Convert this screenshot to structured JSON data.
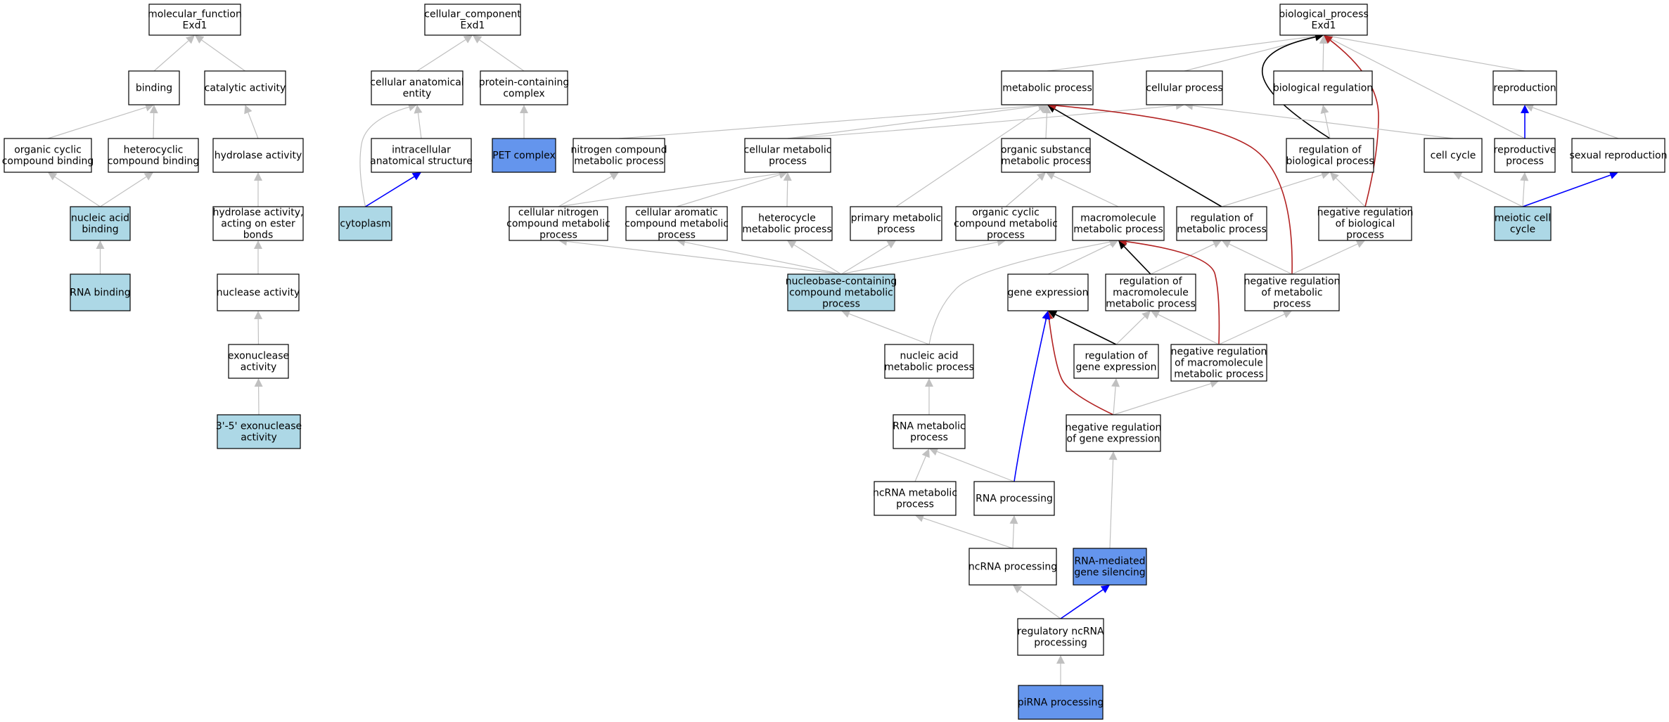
{
  "colors": {
    "edge_default": "#c0c0c0",
    "edge_black": "#000000",
    "edge_blue": "#0000ff",
    "edge_red": "#b22222",
    "fill_white": "#ffffff",
    "fill_light": "#add8e6",
    "fill_dark": "#6495ed"
  },
  "nodes": [
    {
      "id": "mf",
      "lines": [
        "molecular_function",
        "Exd1"
      ],
      "fill": "white"
    },
    {
      "id": "binding",
      "lines": [
        "binding"
      ],
      "fill": "white"
    },
    {
      "id": "catalytic",
      "lines": [
        "catalytic activity"
      ],
      "fill": "white"
    },
    {
      "id": "organic_cyclic_binding",
      "lines": [
        "organic cyclic",
        "compound binding"
      ],
      "fill": "white"
    },
    {
      "id": "heterocyclic_binding",
      "lines": [
        "heterocyclic",
        "compound binding"
      ],
      "fill": "white"
    },
    {
      "id": "hydrolase",
      "lines": [
        "hydrolase activity"
      ],
      "fill": "white"
    },
    {
      "id": "nucleic_acid_binding",
      "lines": [
        "nucleic acid",
        "binding"
      ],
      "fill": "light"
    },
    {
      "id": "hydrolase_ester",
      "lines": [
        "hydrolase activity,",
        "acting on ester",
        "bonds"
      ],
      "fill": "white"
    },
    {
      "id": "rna_binding",
      "lines": [
        "RNA binding"
      ],
      "fill": "light"
    },
    {
      "id": "nuclease",
      "lines": [
        "nuclease activity"
      ],
      "fill": "white"
    },
    {
      "id": "exonuclease",
      "lines": [
        "exonuclease",
        "activity"
      ],
      "fill": "white"
    },
    {
      "id": "exo35",
      "lines": [
        "3'-5' exonuclease",
        "activity"
      ],
      "fill": "light"
    },
    {
      "id": "cc",
      "lines": [
        "cellular_component",
        "Exd1"
      ],
      "fill": "white"
    },
    {
      "id": "cell_anat",
      "lines": [
        "cellular anatomical",
        "entity"
      ],
      "fill": "white"
    },
    {
      "id": "protein_complex",
      "lines": [
        "protein-containing",
        "complex"
      ],
      "fill": "white"
    },
    {
      "id": "intracellular",
      "lines": [
        "intracellular",
        "anatomical structure"
      ],
      "fill": "white"
    },
    {
      "id": "pet",
      "lines": [
        "PET complex"
      ],
      "fill": "dark"
    },
    {
      "id": "cytoplasm",
      "lines": [
        "cytoplasm"
      ],
      "fill": "light"
    },
    {
      "id": "bp",
      "lines": [
        "biological_process",
        "Exd1"
      ],
      "fill": "white"
    },
    {
      "id": "metabolic",
      "lines": [
        "metabolic process"
      ],
      "fill": "white"
    },
    {
      "id": "cellular_process",
      "lines": [
        "cellular process"
      ],
      "fill": "white"
    },
    {
      "id": "bio_reg",
      "lines": [
        "biological regulation"
      ],
      "fill": "white"
    },
    {
      "id": "reproduction",
      "lines": [
        "reproduction"
      ],
      "fill": "white"
    },
    {
      "id": "nitrogen",
      "lines": [
        "nitrogen compound",
        "metabolic process"
      ],
      "fill": "white"
    },
    {
      "id": "cell_metab",
      "lines": [
        "cellular metabolic",
        "process"
      ],
      "fill": "white"
    },
    {
      "id": "organic_subst",
      "lines": [
        "organic substance",
        "metabolic process"
      ],
      "fill": "white"
    },
    {
      "id": "reg_bio",
      "lines": [
        "regulation of",
        "biological process"
      ],
      "fill": "white"
    },
    {
      "id": "cell_cycle",
      "lines": [
        "cell cycle"
      ],
      "fill": "white"
    },
    {
      "id": "reproductive",
      "lines": [
        "reproductive",
        "process"
      ],
      "fill": "white"
    },
    {
      "id": "sexual",
      "lines": [
        "sexual reproduction"
      ],
      "fill": "white"
    },
    {
      "id": "cell_nitrogen",
      "lines": [
        "cellular nitrogen",
        "compound metabolic",
        "process"
      ],
      "fill": "white"
    },
    {
      "id": "cell_aromatic",
      "lines": [
        "cellular aromatic",
        "compound metabolic",
        "process"
      ],
      "fill": "white"
    },
    {
      "id": "heterocycle",
      "lines": [
        "heterocycle",
        "metabolic process"
      ],
      "fill": "white"
    },
    {
      "id": "primary",
      "lines": [
        "primary metabolic",
        "process"
      ],
      "fill": "white"
    },
    {
      "id": "organic_cyclic_metab",
      "lines": [
        "organic cyclic",
        "compound metabolic",
        "process"
      ],
      "fill": "white"
    },
    {
      "id": "macromolecule",
      "lines": [
        "macromolecule",
        "metabolic process"
      ],
      "fill": "white"
    },
    {
      "id": "reg_metab",
      "lines": [
        "regulation of",
        "metabolic process"
      ],
      "fill": "white"
    },
    {
      "id": "neg_reg_bio",
      "lines": [
        "negative regulation",
        "of biological",
        "process"
      ],
      "fill": "white"
    },
    {
      "id": "meiotic",
      "lines": [
        "meiotic cell",
        "cycle"
      ],
      "fill": "light"
    },
    {
      "id": "nucleobase",
      "lines": [
        "nucleobase-containing",
        "compound metabolic",
        "process"
      ],
      "fill": "light"
    },
    {
      "id": "gene_expr",
      "lines": [
        "gene expression"
      ],
      "fill": "white"
    },
    {
      "id": "reg_macro",
      "lines": [
        "regulation of",
        "macromolecule",
        "metabolic process"
      ],
      "fill": "white"
    },
    {
      "id": "neg_reg_metab",
      "lines": [
        "negative regulation",
        "of metabolic",
        "process"
      ],
      "fill": "white"
    },
    {
      "id": "nucleic_metab",
      "lines": [
        "nucleic acid",
        "metabolic process"
      ],
      "fill": "white"
    },
    {
      "id": "reg_gene",
      "lines": [
        "regulation of",
        "gene expression"
      ],
      "fill": "white"
    },
    {
      "id": "neg_reg_macro",
      "lines": [
        "negative regulation",
        "of macromolecule",
        "metabolic process"
      ],
      "fill": "white"
    },
    {
      "id": "rna_metab",
      "lines": [
        "RNA metabolic",
        "process"
      ],
      "fill": "white"
    },
    {
      "id": "neg_reg_gene",
      "lines": [
        "negative regulation",
        "of gene expression"
      ],
      "fill": "white"
    },
    {
      "id": "ncrna_metab",
      "lines": [
        "ncRNA metabolic",
        "process"
      ],
      "fill": "white"
    },
    {
      "id": "rna_processing",
      "lines": [
        "RNA processing"
      ],
      "fill": "white"
    },
    {
      "id": "ncrna_processing",
      "lines": [
        "ncRNA processing"
      ],
      "fill": "white"
    },
    {
      "id": "rna_silencing",
      "lines": [
        "RNA-mediated",
        "gene silencing"
      ],
      "fill": "dark"
    },
    {
      "id": "reg_ncrna",
      "lines": [
        "regulatory ncRNA",
        "processing"
      ],
      "fill": "white"
    },
    {
      "id": "pirna",
      "lines": [
        "piRNA processing"
      ],
      "fill": "dark"
    }
  ],
  "edges": [
    {
      "from": "binding",
      "to": "mf",
      "type": "default"
    },
    {
      "from": "catalytic",
      "to": "mf",
      "type": "default"
    },
    {
      "from": "organic_cyclic_binding",
      "to": "binding",
      "type": "default"
    },
    {
      "from": "heterocyclic_binding",
      "to": "binding",
      "type": "default"
    },
    {
      "from": "hydrolase",
      "to": "catalytic",
      "type": "default"
    },
    {
      "from": "nucleic_acid_binding",
      "to": "organic_cyclic_binding",
      "type": "default"
    },
    {
      "from": "nucleic_acid_binding",
      "to": "heterocyclic_binding",
      "type": "default"
    },
    {
      "from": "hydrolase_ester",
      "to": "hydrolase",
      "type": "default"
    },
    {
      "from": "rna_binding",
      "to": "nucleic_acid_binding",
      "type": "default"
    },
    {
      "from": "nuclease",
      "to": "hydrolase_ester",
      "type": "default"
    },
    {
      "from": "exonuclease",
      "to": "nuclease",
      "type": "default"
    },
    {
      "from": "exo35",
      "to": "exonuclease",
      "type": "default"
    },
    {
      "from": "cell_anat",
      "to": "cc",
      "type": "default"
    },
    {
      "from": "protein_complex",
      "to": "cc",
      "type": "default"
    },
    {
      "from": "intracellular",
      "to": "cell_anat",
      "type": "default"
    },
    {
      "from": "pet",
      "to": "protein_complex",
      "type": "default"
    },
    {
      "from": "cytoplasm",
      "to": "cell_anat",
      "type": "default"
    },
    {
      "from": "cytoplasm",
      "to": "intracellular",
      "type": "blue"
    },
    {
      "from": "metabolic",
      "to": "bp",
      "type": "default"
    },
    {
      "from": "cellular_process",
      "to": "bp",
      "type": "default"
    },
    {
      "from": "bio_reg",
      "to": "bp",
      "type": "default"
    },
    {
      "from": "reproduction",
      "to": "bp",
      "type": "default"
    },
    {
      "from": "reproductive",
      "to": "bp",
      "type": "default"
    },
    {
      "from": "reg_bio",
      "to": "bp",
      "type": "black"
    },
    {
      "from": "neg_reg_bio",
      "to": "bp",
      "type": "red"
    },
    {
      "from": "nitrogen",
      "to": "metabolic",
      "type": "default"
    },
    {
      "from": "cell_metab",
      "to": "metabolic",
      "type": "default"
    },
    {
      "from": "cell_metab",
      "to": "cellular_process",
      "type": "default"
    },
    {
      "from": "organic_subst",
      "to": "metabolic",
      "type": "default"
    },
    {
      "from": "primary",
      "to": "metabolic",
      "type": "default"
    },
    {
      "from": "reg_bio",
      "to": "bio_reg",
      "type": "default"
    },
    {
      "from": "cell_cycle",
      "to": "cellular_process",
      "type": "default"
    },
    {
      "from": "reproductive",
      "to": "reproduction",
      "type": "blue"
    },
    {
      "from": "sexual",
      "to": "reproduction",
      "type": "default"
    },
    {
      "from": "cell_nitrogen",
      "to": "nitrogen",
      "type": "default"
    },
    {
      "from": "cell_nitrogen",
      "to": "cell_metab",
      "type": "default"
    },
    {
      "from": "cell_aromatic",
      "to": "cell_metab",
      "type": "default"
    },
    {
      "from": "heterocycle",
      "to": "cell_metab",
      "type": "default"
    },
    {
      "from": "organic_cyclic_metab",
      "to": "organic_subst",
      "type": "default"
    },
    {
      "from": "macromolecule",
      "to": "organic_subst",
      "type": "default"
    },
    {
      "from": "reg_metab",
      "to": "metabolic",
      "type": "black"
    },
    {
      "from": "reg_metab",
      "to": "reg_bio",
      "type": "default"
    },
    {
      "from": "neg_reg_bio",
      "to": "reg_bio",
      "type": "default"
    },
    {
      "from": "meiotic",
      "to": "cell_cycle",
      "type": "default"
    },
    {
      "from": "meiotic",
      "to": "reproductive",
      "type": "default"
    },
    {
      "from": "meiotic",
      "to": "sexual",
      "type": "blue"
    },
    {
      "from": "nucleobase",
      "to": "cell_nitrogen",
      "type": "default"
    },
    {
      "from": "nucleobase",
      "to": "cell_aromatic",
      "type": "default"
    },
    {
      "from": "nucleobase",
      "to": "heterocycle",
      "type": "default"
    },
    {
      "from": "nucleobase",
      "to": "primary",
      "type": "default"
    },
    {
      "from": "nucleobase",
      "to": "organic_cyclic_metab",
      "type": "default"
    },
    {
      "from": "gene_expr",
      "to": "macromolecule",
      "type": "default"
    },
    {
      "from": "reg_macro",
      "to": "macromolecule",
      "type": "black"
    },
    {
      "from": "reg_macro",
      "to": "reg_metab",
      "type": "default"
    },
    {
      "from": "neg_reg_metab",
      "to": "metabolic",
      "type": "red"
    },
    {
      "from": "neg_reg_metab",
      "to": "reg_metab",
      "type": "default"
    },
    {
      "from": "neg_reg_metab",
      "to": "neg_reg_bio",
      "type": "default"
    },
    {
      "from": "nucleic_metab",
      "to": "nucleobase",
      "type": "default"
    },
    {
      "from": "nucleic_metab",
      "to": "macromolecule",
      "type": "default"
    },
    {
      "from": "reg_gene",
      "to": "gene_expr",
      "type": "black"
    },
    {
      "from": "reg_gene",
      "to": "reg_macro",
      "type": "default"
    },
    {
      "from": "neg_reg_macro",
      "to": "macromolecule",
      "type": "red"
    },
    {
      "from": "neg_reg_macro",
      "to": "reg_macro",
      "type": "default"
    },
    {
      "from": "neg_reg_macro",
      "to": "neg_reg_metab",
      "type": "default"
    },
    {
      "from": "rna_metab",
      "to": "nucleic_metab",
      "type": "default"
    },
    {
      "from": "neg_reg_gene",
      "to": "gene_expr",
      "type": "red"
    },
    {
      "from": "neg_reg_gene",
      "to": "reg_gene",
      "type": "default"
    },
    {
      "from": "neg_reg_gene",
      "to": "neg_reg_macro",
      "type": "default"
    },
    {
      "from": "ncrna_metab",
      "to": "rna_metab",
      "type": "default"
    },
    {
      "from": "rna_processing",
      "to": "rna_metab",
      "type": "default"
    },
    {
      "from": "rna_processing",
      "to": "gene_expr",
      "type": "blue"
    },
    {
      "from": "ncrna_processing",
      "to": "ncrna_metab",
      "type": "default"
    },
    {
      "from": "ncrna_processing",
      "to": "rna_processing",
      "type": "default"
    },
    {
      "from": "rna_silencing",
      "to": "neg_reg_gene",
      "type": "default"
    },
    {
      "from": "reg_ncrna",
      "to": "ncrna_processing",
      "type": "default"
    },
    {
      "from": "reg_ncrna",
      "to": "rna_silencing",
      "type": "blue"
    },
    {
      "from": "pirna",
      "to": "reg_ncrna",
      "type": "default"
    }
  ]
}
